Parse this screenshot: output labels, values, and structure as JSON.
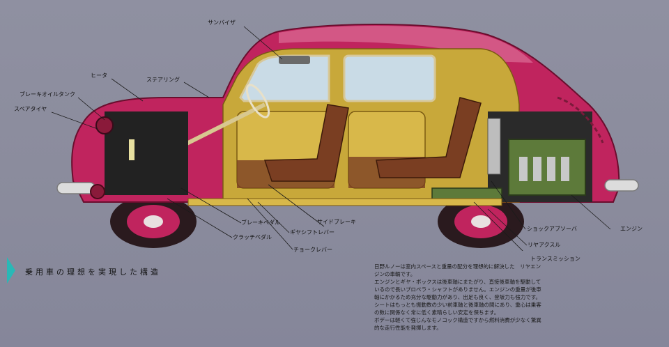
{
  "labels": {
    "sun_visor": "サンバイザ",
    "heater": "ヒータ",
    "steering": "ステアリング",
    "brake_oil_tank": "ブレーキオイルタンク",
    "spare_tire": "スペアタイヤ",
    "side_brake": "サイドブレーキ",
    "brake_pedal": "ブレーキペダル",
    "gear_shift_lever": "ギヤシフトレバー",
    "clutch_pedal": "クラッチペダル",
    "choke_lever": "チョークレバー",
    "shock_absorber": "ショックアブソーバ",
    "engine": "エンジン",
    "rear_axle": "リヤアクスル",
    "transmission": "トランスミッション"
  },
  "heading": "乗用車の理想を実現した構造",
  "body_paragraphs": [
    "日野ルノーは室内スペースと重量の配分を理想的に解決した　リヤエンジンの車輛です。",
    "エンジンとギヤ・ボックスは後車軸にまたがり、直接後車軸を駆動しているので長いプロペラ・シャフトがありません。エンジンの重量が後車軸にかかるため充分な駆動力があり、出足も良く、登坂力も強力です。",
    "シートはもっとも振動数の少い前車軸と後車軸の間にあり、重心は乗客の数に関係なく常に低く素晴らしい安定を保ちます。",
    "ボデーは軽くて強じんなモノコック構造ですから燃料消費が少なく驚異的な走行性能を発揮します。"
  ],
  "colors": {
    "body": "#c0245e",
    "interior": "#c8a83a",
    "seat": "#7a3e22",
    "engine": "#5d7a3a",
    "marker": "#2ab8b6",
    "background": "#8a8b9c"
  }
}
